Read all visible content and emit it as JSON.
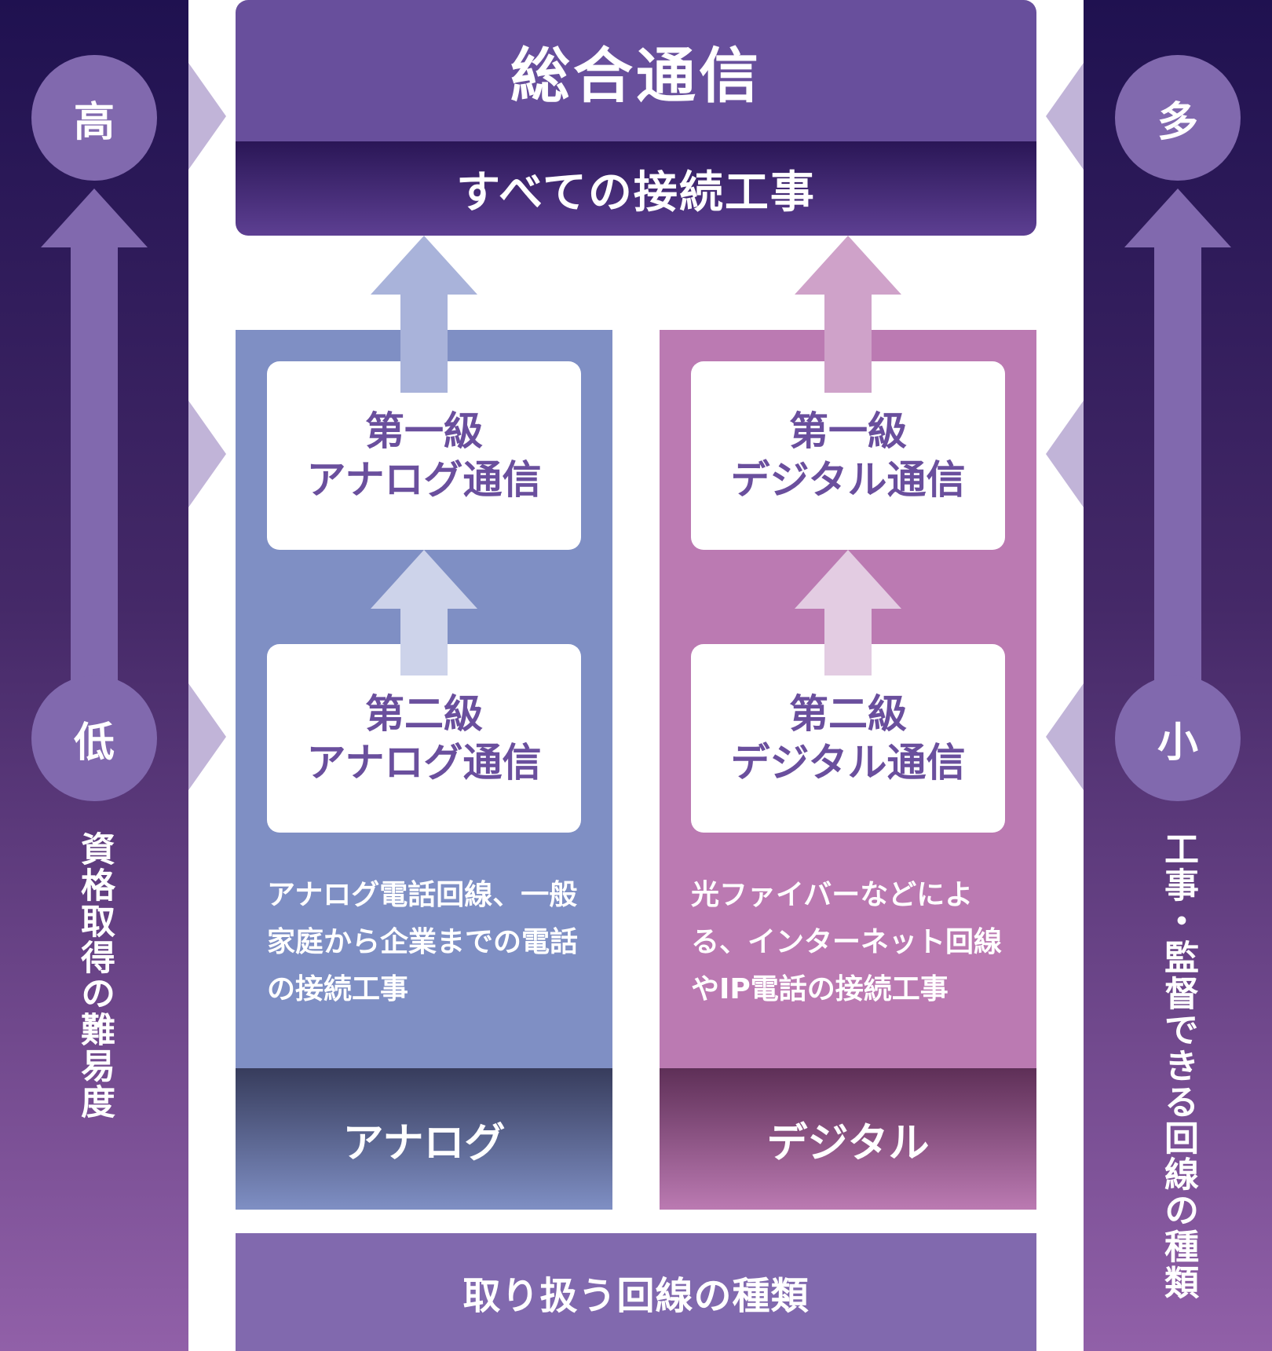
{
  "left_scale": {
    "high": "高",
    "low": "低",
    "label": "資格取得の難易度"
  },
  "right_scale": {
    "high": "多",
    "low": "小",
    "label": "工事・監督できる回線の種類"
  },
  "top": {
    "title": "総合通信",
    "subtitle": "すべての接続工事"
  },
  "analog": {
    "upper_card": [
      "第一級",
      "アナログ通信"
    ],
    "lower_card": [
      "第二級",
      "アナログ通信"
    ],
    "description": "アナログ電話回線、一般家庭から企業までの電話の接続工事",
    "footer": "アナログ"
  },
  "digital": {
    "upper_card": [
      "第一級",
      "デジタル通信"
    ],
    "lower_card": [
      "第二級",
      "デジタル通信"
    ],
    "description": "光ファイバーなどによる、インターネット回線やIP電話の接続工事",
    "footer": "デジタル"
  },
  "bottom_label": "取り扱う回線の種類",
  "colors": {
    "side_top": "#1f1150",
    "side_bottom": "#9160a8",
    "purple": "#684f9c",
    "analog": "#7f8fc4",
    "digital": "#bb7ab2",
    "card_text": "#6a4f9d"
  }
}
